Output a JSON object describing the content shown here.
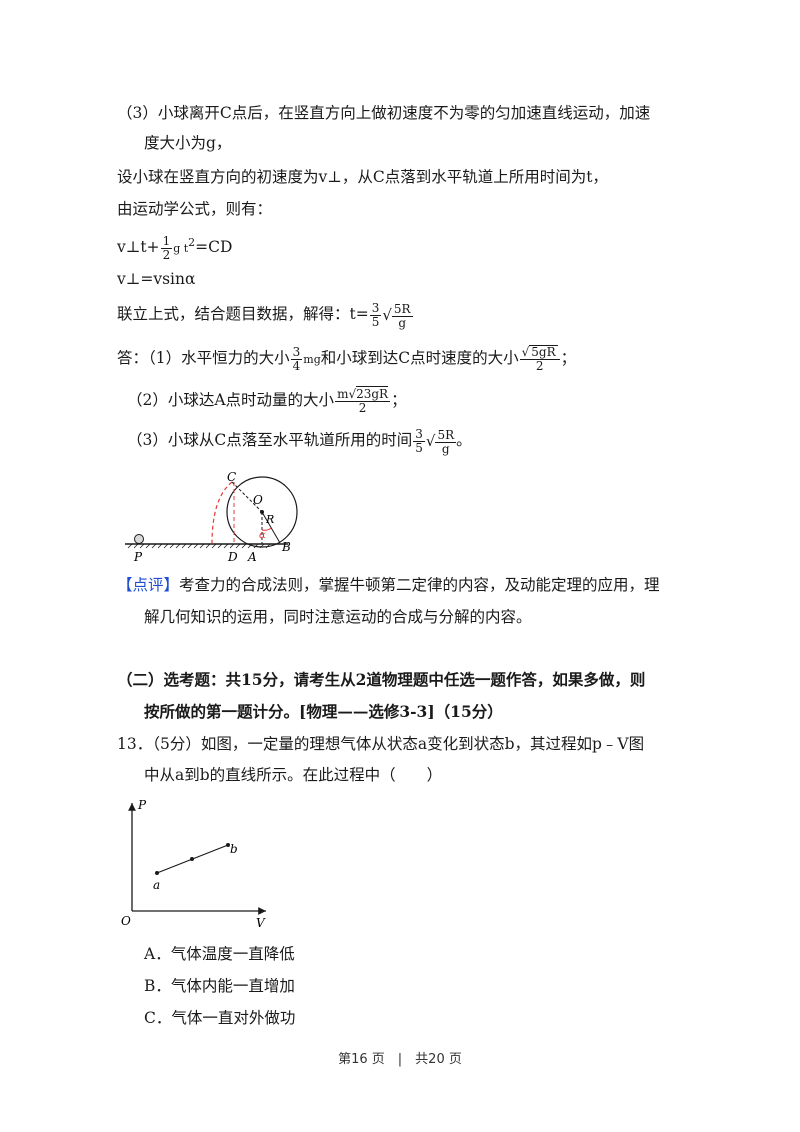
{
  "part3": {
    "line1": "（3）小球离开C点后，在竖直方向上做初速度不为零的匀加速直线运动，加速",
    "line2": "度大小为g，",
    "line3": "设小球在竖直方向的初速度为v⊥，从C点落到水平轨道上所用时间为t，",
    "line4": "由运动学公式，则有：",
    "eq1_a": "v⊥t+",
    "eq1_num": "1",
    "eq1_den": "2",
    "eq1_b": "g t",
    "eq1_sup": "2",
    "eq1_c": "=CD",
    "eq2": "v⊥=vsinα",
    "solve_a": "联立上式，结合题目数据，解得：t=",
    "solve_num": "3",
    "solve_den": "5",
    "solve_rad_num": "5R",
    "solve_rad_den": "g"
  },
  "answer": {
    "a1_a": "答：（1）水平恒力的大小",
    "a1_num": "3",
    "a1_den": "4",
    "a1_mg": "mg",
    "a1_b": "和小球到达C点时速度的大小",
    "a1_rad": "5gR",
    "a1_den2": "2",
    "a1_end": "；",
    "a2_a": "（2）小球达A点时动量的大小",
    "a2_num_pre": "m",
    "a2_rad": "23gR",
    "a2_den": "2",
    "a2_end": "；",
    "a3_a": "（3）小球从C点落至水平轨道所用的时间",
    "a3_num": "3",
    "a3_den": "5",
    "a3_rad_num": "5R",
    "a3_rad_den": "g",
    "a3_end": "。"
  },
  "figure1": {
    "labels": {
      "C": "C",
      "O": "O",
      "R": "R",
      "alpha": "α",
      "P": "P",
      "D": "D",
      "A": "A",
      "B": "B"
    }
  },
  "comment": {
    "tag": "【点评】",
    "line1": "考查力的合成法则，掌握牛顿第二定律的内容，及动能定理的应用，理",
    "line2": "解几何知识的运用，同时注意运动的合成与分解的内容。"
  },
  "section2": {
    "line1": "（二）选考题：共15分，请考生从2道物理题中任选一题作答，如果多做，则",
    "line2": "按所做的第一题计分。[物理——选修3-3]（15分）"
  },
  "q13": {
    "line1": "13．（5分）如图，一定量的理想气体从状态a变化到状态b，其过程如p﹣V图",
    "line2": "中从a到b的直线所示。在此过程中（　　）"
  },
  "figure2": {
    "labels": {
      "p": "P",
      "v": "V",
      "o": "O",
      "a": "a",
      "b": "b"
    }
  },
  "options": {
    "A": "A．气体温度一直降低",
    "B": "B．气体内能一直增加",
    "C": "C．气体一直对外做功"
  },
  "footer": {
    "text": "第16 页　|　共20 页"
  }
}
